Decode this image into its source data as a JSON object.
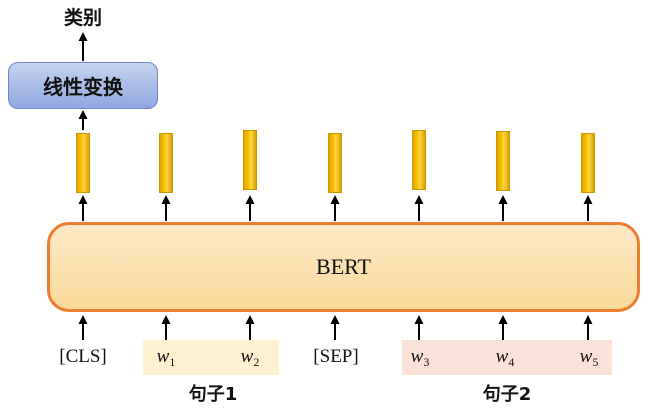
{
  "output_label": "类别",
  "linear_layer": {
    "label": "线性变换"
  },
  "encoder": {
    "label": "BERT"
  },
  "tokens": [
    {
      "text": "[CLS]"
    },
    {
      "base": "w",
      "sub": "1"
    },
    {
      "base": "w",
      "sub": "2"
    },
    {
      "text": "[SEP]"
    },
    {
      "base": "w",
      "sub": "3"
    },
    {
      "base": "w",
      "sub": "4"
    },
    {
      "base": "w",
      "sub": "5"
    }
  ],
  "segments": [
    {
      "label": "句子1"
    },
    {
      "label": "句子2"
    }
  ],
  "colors": {
    "encoder_border": "#ed7d31",
    "encoder_fill": "#fcd99a",
    "linear_fill": "#8fa8de",
    "vector_fill": "#f5c000",
    "segment_1_fill": "#fdf1cf",
    "segment_2_fill": "#fbe2d8",
    "arrow": "#000000"
  }
}
